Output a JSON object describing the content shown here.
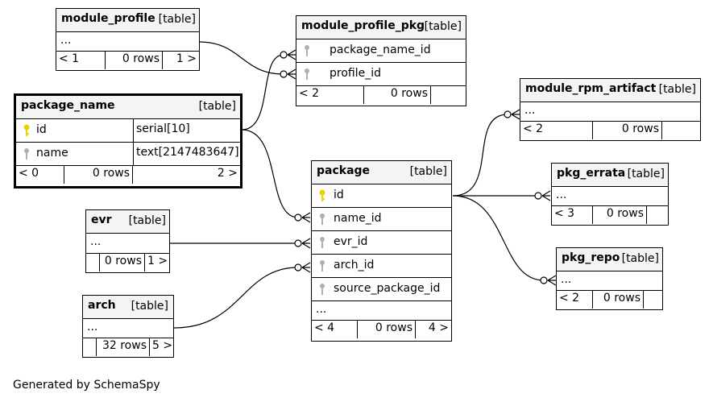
{
  "tables": {
    "module_profile": {
      "name": "module_profile",
      "type": "[table]",
      "more": "...",
      "footer": [
        "< 1",
        "0 rows",
        "1 >"
      ]
    },
    "module_profile_pkg": {
      "name": "module_profile_pkg",
      "type": "[table]",
      "columns": [
        "package_name_id",
        "profile_id"
      ],
      "footer": [
        "< 2",
        "0 rows",
        ""
      ]
    },
    "module_rpm_artifact": {
      "name": "module_rpm_artifact",
      "type": "[table]",
      "more": "...",
      "footer": [
        "< 2",
        "0 rows",
        ""
      ]
    },
    "package_name": {
      "name": "package_name",
      "type": "[table]",
      "columns": [
        {
          "name": "id",
          "type": "serial[10]",
          "pk": true
        },
        {
          "name": "name",
          "type": "text[2147483647]",
          "pk": false
        }
      ],
      "footer": [
        "< 0",
        "0 rows",
        "2 >"
      ]
    },
    "package": {
      "name": "package",
      "type": "[table]",
      "columns": [
        "id",
        "name_id",
        "evr_id",
        "arch_id",
        "source_package_id"
      ],
      "more": "...",
      "footer": [
        "< 4",
        "0 rows",
        "4 >"
      ]
    },
    "pkg_errata": {
      "name": "pkg_errata",
      "type": "[table]",
      "more": "...",
      "footer": [
        "< 3",
        "0 rows",
        ""
      ]
    },
    "evr": {
      "name": "evr",
      "type": "[table]",
      "more": "...",
      "footer": [
        "",
        "0 rows",
        "1 >"
      ]
    },
    "pkg_repo": {
      "name": "pkg_repo",
      "type": "[table]",
      "more": "...",
      "footer": [
        "< 2",
        "0 rows",
        ""
      ]
    },
    "arch": {
      "name": "arch",
      "type": "[table]",
      "more": "...",
      "footer": [
        "",
        "32 rows",
        "5 >"
      ]
    }
  },
  "colors": {
    "pk_key": "#e6d600",
    "fk_key": "#b0b0b0",
    "header_bg": "#f4f4f4"
  },
  "generated_by": "Generated by SchemaSpy"
}
